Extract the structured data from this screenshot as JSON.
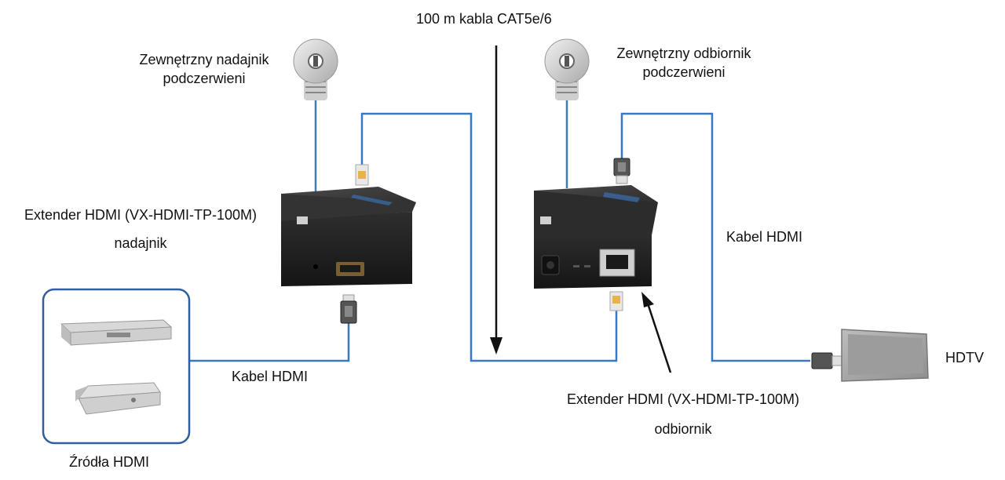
{
  "labels": {
    "cable_cat": "100 m kabla CAT5e/6",
    "tx_ir_line1": "Zewnętrzny nadajnik",
    "tx_ir_line2": "podczerwieni",
    "rx_ir_line1": "Zewnętrzny odbiornik",
    "rx_ir_line2": "podczerwieni",
    "tx_device_line1": "Extender HDMI (VX-HDMI-TP-100M)",
    "tx_device_line2": "nadajnik",
    "rx_device_line1": "Extender HDMI (VX-HDMI-TP-100M)",
    "rx_device_line2": "odbiornik",
    "hdmi_cable_left": "Kabel HDMI",
    "hdmi_cable_right": "Kabel HDMI",
    "hdtv": "HDTV",
    "sources": "Źródła HDMI"
  },
  "colors": {
    "cable": "#3b78c2",
    "device_body": "#2a2a2a",
    "device_top": "#3c3c3c",
    "source_box_border": "#2f5f9e",
    "arrow": "#111111"
  }
}
